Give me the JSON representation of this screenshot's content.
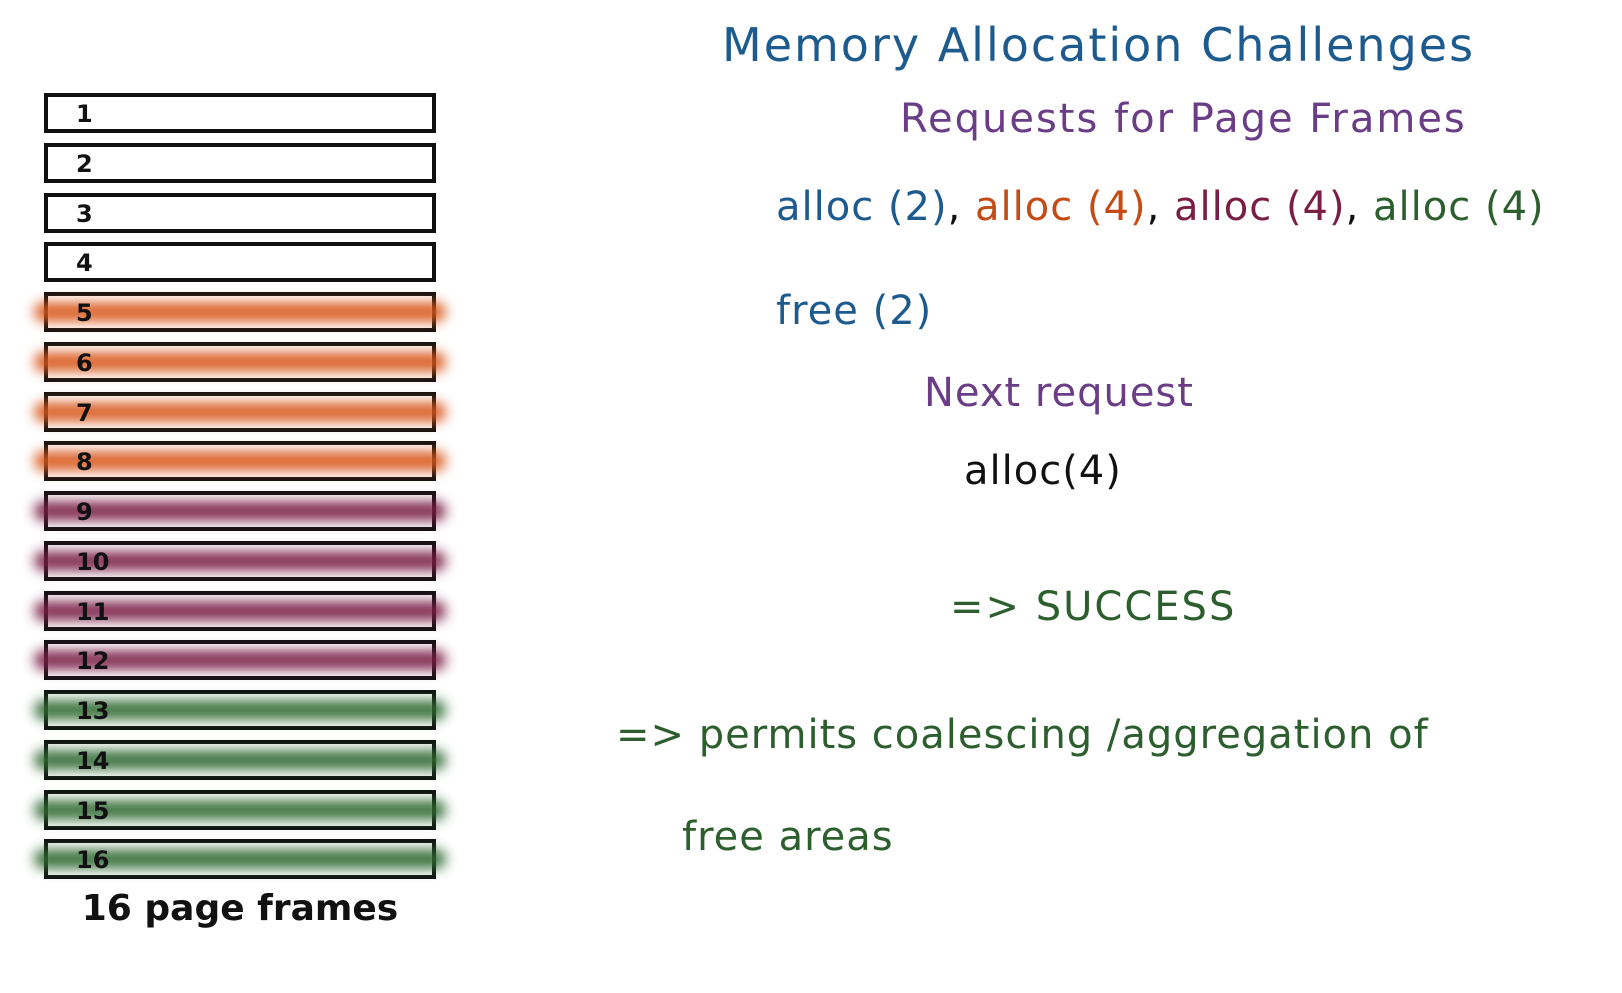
{
  "title": "Memory Allocation Challenges",
  "subtitle": "Requests for Page Frames",
  "requests": [
    {
      "text": "alloc (2)",
      "color": "#1d5b8f"
    },
    {
      "text": "alloc (4)",
      "color": "#c44a16"
    },
    {
      "text": "alloc (4)",
      "color": "#7a1e45"
    },
    {
      "text": "alloc (4)",
      "color": "#2d5e2e"
    }
  ],
  "separator": ", ",
  "free_text": "free (2)",
  "next_label": "Next request",
  "next_alloc": "alloc(4)",
  "success_text": "=> SUCCESS",
  "conclusion_line1": "=> permits coalescing /aggregation of",
  "conclusion_line2": "free areas",
  "frames": [
    {
      "label": "1",
      "color": ""
    },
    {
      "label": "2",
      "color": ""
    },
    {
      "label": "3",
      "color": ""
    },
    {
      "label": "4",
      "color": ""
    },
    {
      "label": "5",
      "color": "#d9561a"
    },
    {
      "label": "6",
      "color": "#d9561a"
    },
    {
      "label": "7",
      "color": "#d9561a"
    },
    {
      "label": "8",
      "color": "#d9561a"
    },
    {
      "label": "9",
      "color": "#7a1e45"
    },
    {
      "label": "10",
      "color": "#7a1e45"
    },
    {
      "label": "11",
      "color": "#7a1e45"
    },
    {
      "label": "12",
      "color": "#7a1e45"
    },
    {
      "label": "13",
      "color": "#2f6a32"
    },
    {
      "label": "14",
      "color": "#2f6a32"
    },
    {
      "label": "15",
      "color": "#2f6a32"
    },
    {
      "label": "16",
      "color": "#2f6a32"
    }
  ],
  "frames_caption": "16 page frames"
}
